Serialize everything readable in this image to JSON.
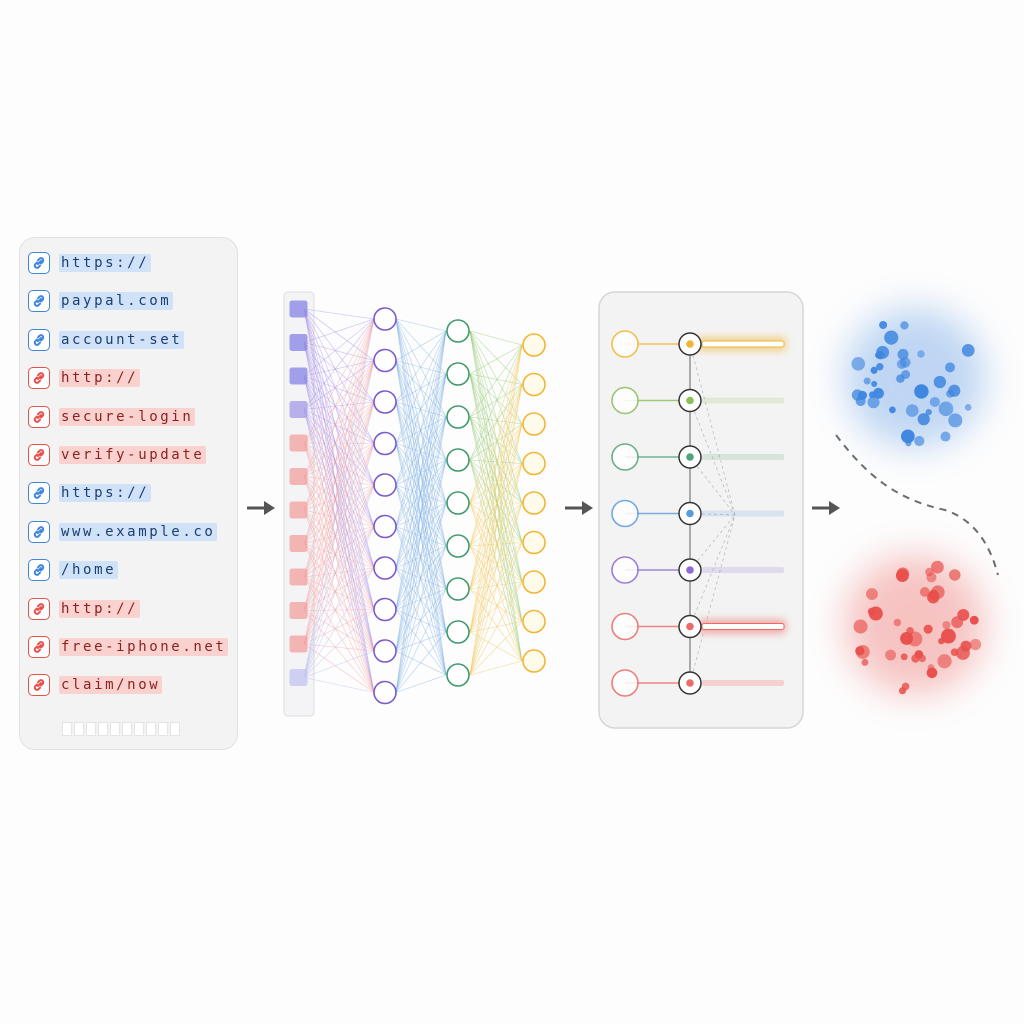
{
  "urls": [
    {
      "text": "https://",
      "cls": "benign"
    },
    {
      "text": "paypal.com",
      "cls": "benign"
    },
    {
      "text": "account-set",
      "cls": "benign"
    },
    {
      "text": "http://",
      "cls": "malicious"
    },
    {
      "text": "secure-login",
      "cls": "malicious"
    },
    {
      "text": "verify-update",
      "cls": "malicious"
    },
    {
      "text": "https://",
      "cls": "benign"
    },
    {
      "text": "www.example.co",
      "cls": "benign"
    },
    {
      "text": "/home",
      "cls": "benign"
    },
    {
      "text": "http://",
      "cls": "malicious"
    },
    {
      "text": "free-iphone.net",
      "cls": "malicious"
    },
    {
      "text": "claim/now",
      "cls": "malicious"
    }
  ],
  "colors": {
    "benign": "#3f86e0",
    "benign_bg": "#cfe2f8",
    "malicious": "#e8504c",
    "malicious_bg": "#f9d2d0",
    "arrow": "#555555",
    "layer_purple": "#7c5ad0",
    "layer_green": "#3e9a6b",
    "layer_yellow": "#f2b533"
  },
  "network": {
    "input_colors": [
      "#8e8ae8",
      "#8e8ae8",
      "#8e8ae8",
      "#a8a0ea",
      "#f3a5a4",
      "#f3a5a4",
      "#f3a5a4",
      "#f3a5a4",
      "#f3a5a4",
      "#f3a5a4",
      "#f3a5a4",
      "#c4c8ef"
    ]
  },
  "attention": {
    "row_colors": [
      "#f2b533",
      "#8bbf5a",
      "#4fa577",
      "#5a9be0",
      "#8e6ad6",
      "#ee6a66",
      "#ee6a66"
    ],
    "row_strength": [
      1.0,
      0.15,
      0.15,
      0.1,
      0.15,
      1.0,
      0.25
    ]
  },
  "clusters": [
    "benign",
    "malicious"
  ]
}
